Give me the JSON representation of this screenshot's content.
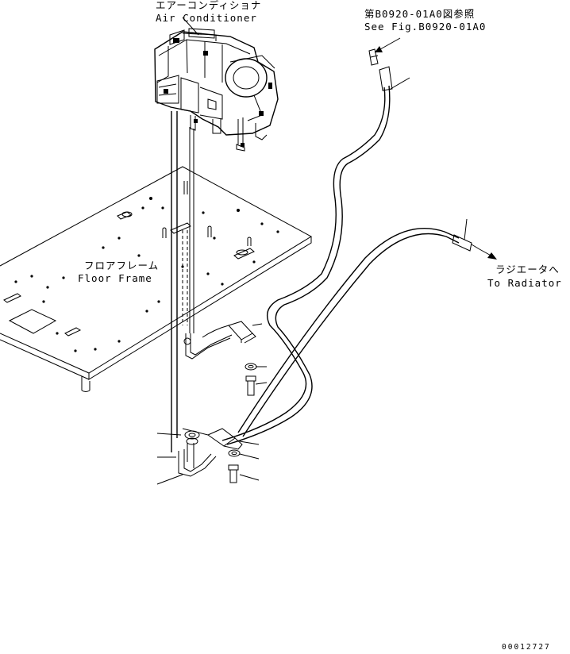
{
  "labels": {
    "air_conditioner_jp": "エアーコンディショナ",
    "air_conditioner_en": "Air Conditioner",
    "see_fig_jp": "第B0920-01A0図参照",
    "see_fig_en": "See Fig.B0920-01A0",
    "floor_frame_jp": "フロアフレーム",
    "floor_frame_en": "Floor Frame",
    "to_radiator_jp": "ラジエータへ",
    "to_radiator_en": "To Radiator",
    "drawing_number": "00012727"
  }
}
